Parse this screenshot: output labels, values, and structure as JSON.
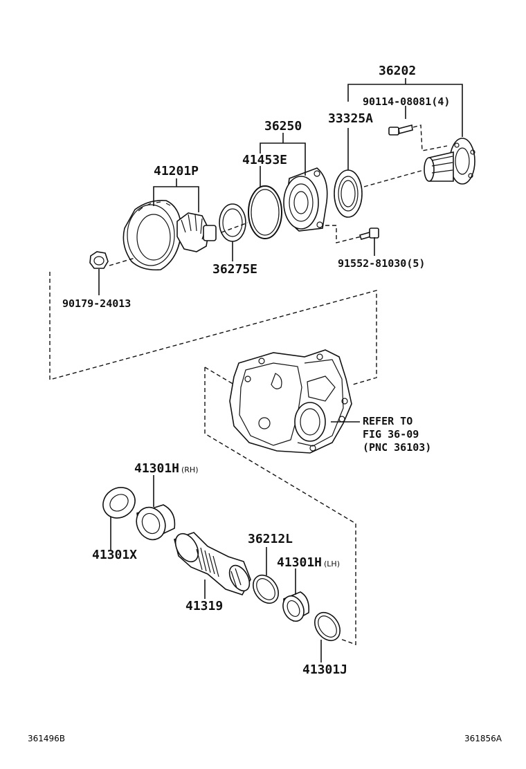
{
  "labels": {
    "p36202": "36202",
    "p90114": "90114-08081(4)",
    "p33325": "33325A",
    "p36250": "36250",
    "p41453": "41453E",
    "p41201": "41201P",
    "p36275": "36275E",
    "p91552": "91552-81030(5)",
    "p90179": "90179-24013",
    "refer1": "REFER TO",
    "refer2": "FIG 36-09",
    "refer3": "(PNC 36103)",
    "p41301h_rh": "41301H",
    "rh_suffix": "(RH)",
    "p41301x": "41301X",
    "p36212": "36212L",
    "p41301h_lh": "41301H",
    "lh_suffix": "(LH)",
    "p41319": "41319",
    "p41301j": "41301J"
  },
  "footer": {
    "left_code": "361496B",
    "right_code": "361856A"
  }
}
